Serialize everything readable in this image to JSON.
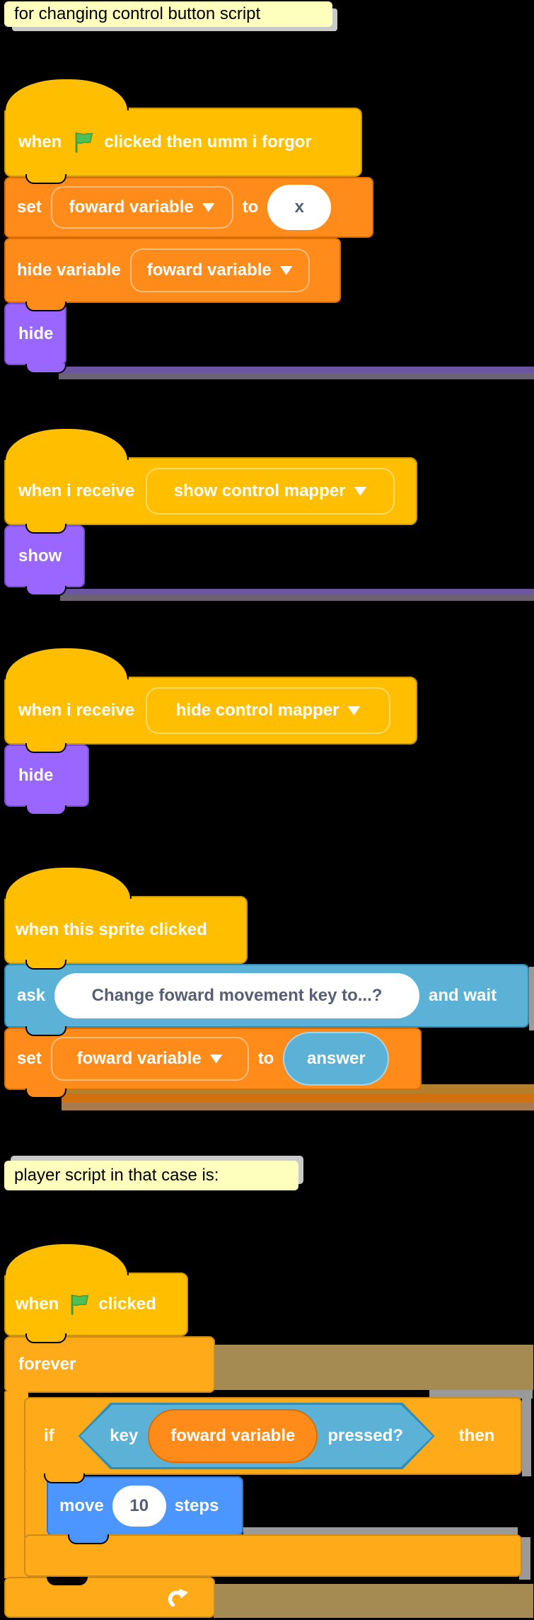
{
  "comments": {
    "top": "for changing control button script",
    "player": "player script in that case is:"
  },
  "stack1": {
    "hat_when": "when",
    "hat_rest": "clicked then umm i forgor",
    "set_label": "set",
    "set_variable": "foward variable",
    "to_label": "to",
    "set_value": "x",
    "hide_variable_label": "hide variable",
    "hide_variable_name": "foward variable",
    "hide_label": "hide"
  },
  "stack2": {
    "hat_label": "when i receive",
    "broadcast": "show control mapper",
    "show_label": "show"
  },
  "stack3": {
    "hat_label": "when i receive",
    "broadcast": "hide control mapper",
    "hide_label": "hide"
  },
  "stack4": {
    "hat_label": "when this sprite clicked",
    "ask_label": "ask",
    "question": "Change foward movement key to...?",
    "and_wait_label": "and wait",
    "set_label": "set",
    "set_variable": "foward variable",
    "to_label": "to",
    "answer_label": "answer"
  },
  "stack5": {
    "hat_when": "when",
    "hat_rest": "clicked",
    "forever_label": "forever",
    "if_label": "if",
    "key_label": "key",
    "key_variable": "foward variable",
    "pressed_label": "pressed?",
    "then_label": "then",
    "move_label": "move",
    "move_steps_value": "10",
    "steps_label": "steps"
  },
  "icons": {
    "green_flag": "green waving flag",
    "loop_arrow": "curved repeat arrow",
    "dropdown_caret": "down triangle"
  },
  "colors": {
    "events_yellow": "#FFBF00",
    "events_border": "#CC9900",
    "control_orange": "#FFAB19",
    "control_border": "#CF8B17",
    "variables_orange": "#FF8C1A",
    "variables_border": "#DB6E00",
    "looks_purple": "#9966FF",
    "looks_border": "#774DCB",
    "sensing_blue": "#5CB1D6",
    "sensing_border": "#2E8EB8",
    "motion_blue": "#4C97FF",
    "motion_border": "#3373CC",
    "flag_green": "#4CBF56",
    "comment_bg": "#FEFFBD",
    "input_text": "#575E75",
    "ghost_purple": "#6C55A3",
    "ghost_gray": "#6B6373",
    "ghost_tan": "#A58B52",
    "ghost_orange": "#D2700E",
    "shadow_gray": "#9A9A9A",
    "background": "#000000"
  }
}
